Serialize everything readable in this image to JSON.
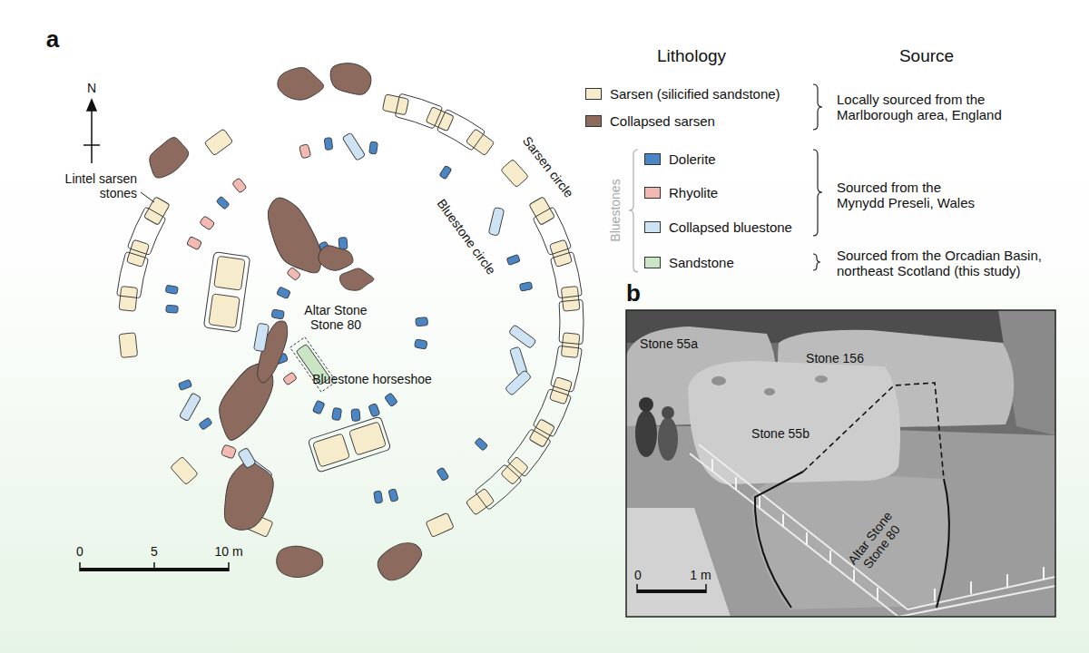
{
  "diagram": {
    "labels": [
      "a",
      "N",
      "Lintel sarsen stones",
      "Altar Stone Stone 80",
      "Bluestone horseshoe",
      "Bluestone circle",
      "Sarsen circle",
      "0",
      "5",
      "10 m",
      "Lithology",
      "Source",
      "Bluestones",
      "Locally sourced from the Marlborough area, England",
      "Sourced from the Mynydd Preseli, Wales",
      "Sourced from the Orcadian Basin, northeast Scotland (this study)",
      "b",
      "Stone 55a",
      "Stone 156",
      "Stone 55b",
      "Altar Stone Stone 80",
      "0",
      "1 m"
    ],
    "legend": [
      {
        "text": "Sarsen (silicified sandstone)",
        "color": "#f6ebcb"
      },
      {
        "text": "Collapsed sarsen",
        "color": "#8c6a5d"
      },
      {
        "text": "Dolerite",
        "color": "#4a86c5"
      },
      {
        "text": "Rhyolite",
        "color": "#f2b9b3"
      },
      {
        "text": "Collapsed bluestone",
        "color": "#cde3f3"
      },
      {
        "text": "Sandstone",
        "color": "#c9e5c3"
      }
    ]
  }
}
